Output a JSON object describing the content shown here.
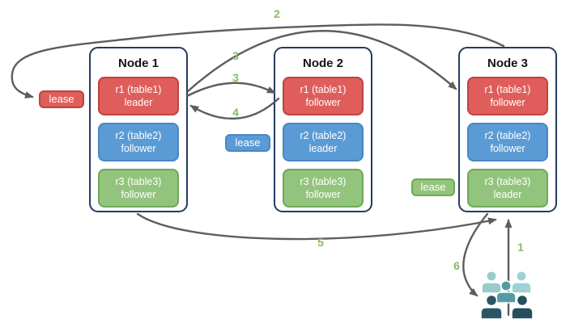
{
  "nodes": [
    {
      "title": "Node 1",
      "replicas": [
        {
          "name": "r1 (table1)",
          "role": "leader",
          "color_key": "red"
        },
        {
          "name": "r2 (table2)",
          "role": "follower",
          "color_key": "blue"
        },
        {
          "name": "r3 (table3)",
          "role": "follower",
          "color_key": "green"
        }
      ]
    },
    {
      "title": "Node 2",
      "replicas": [
        {
          "name": "r1 (table1)",
          "role": "follower",
          "color_key": "red"
        },
        {
          "name": "r2 (table2)",
          "role": "leader",
          "color_key": "blue"
        },
        {
          "name": "r3 (table3)",
          "role": "follower",
          "color_key": "green"
        }
      ]
    },
    {
      "title": "Node 3",
      "replicas": [
        {
          "name": "r1 (table1)",
          "role": "follower",
          "color_key": "red"
        },
        {
          "name": "r2 (table2)",
          "role": "follower",
          "color_key": "blue"
        },
        {
          "name": "r3 (table3)",
          "role": "leader",
          "color_key": "green"
        }
      ]
    }
  ],
  "leases": [
    {
      "label": "lease",
      "color_key": "red"
    },
    {
      "label": "lease",
      "color_key": "blue"
    },
    {
      "label": "lease",
      "color_key": "green"
    }
  ],
  "arrow_labels": [
    {
      "text": "2"
    },
    {
      "text": "3"
    },
    {
      "text": "3"
    },
    {
      "text": "4"
    },
    {
      "text": "5"
    },
    {
      "text": "6"
    },
    {
      "text": "1"
    }
  ],
  "icons": {
    "users_group": "users-group-icon"
  },
  "colors": {
    "red_fill": "#df5e5b",
    "red_stroke": "#bc4440",
    "blue_fill": "#5b9bd5",
    "blue_stroke": "#4a86c5",
    "green_fill": "#93c47d",
    "green_stroke": "#6fa857",
    "node_border": "#253b62",
    "arrow": "#5d5d5d",
    "step_label_green": "#86bb63",
    "users_light": "#97cbcd",
    "users_mid": "#549ba6",
    "users_dark": "#27505e"
  }
}
